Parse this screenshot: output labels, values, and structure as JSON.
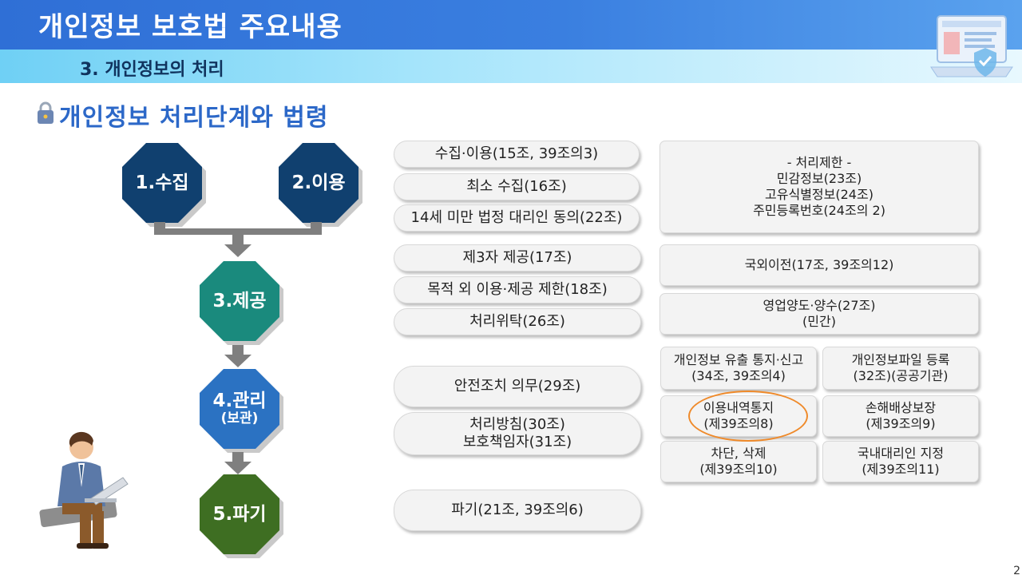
{
  "header": {
    "title": "개인정보 보호법 주요내용",
    "subtitle": "3. 개인정보의 처리"
  },
  "section": {
    "heading": "개인정보 처리단계와 법령"
  },
  "steps": {
    "collect": "1.수집",
    "use": "2.이용",
    "provide": "3.제공",
    "manage": "4.관리",
    "manage_sub": "(보관)",
    "destroy": "5.파기"
  },
  "pills": {
    "collect_use": "수집·이용(15조, 39조의3)",
    "min_collect": "최소 수집(16조)",
    "under14": "14세 미만 법정 대리인 동의(22조)",
    "third_party": "제3자 제공(17조)",
    "purpose_limit": "목적 외 이용·제공 제한(18조)",
    "outsourcing": "처리위탁(26조)",
    "safety": "안전조치 의무(29조)",
    "policy_line1": "처리방침(30조)",
    "policy_line2": "보호책임자(31조)",
    "destroy": "파기(21조, 39조의6)"
  },
  "boxes": {
    "restrict_title": "- 처리제한 -",
    "restrict_1": "민감정보(23조)",
    "restrict_2": "고유식별정보(24조)",
    "restrict_3": "주민등록번호(24조의 2)",
    "overseas": "국외이전(17조, 39조의12)",
    "transfer_line1": "영업양도·양수(27조)",
    "transfer_line2": "(민간)",
    "leak_line1": "개인정보 유출 통지·신고",
    "leak_line2": "(34조, 39조의4)",
    "file_reg_line1": "개인정보파일 등록",
    "file_reg_line2": "(32조)(공공기관)",
    "usage_notice_line1": "이용내역통지",
    "usage_notice_line2": "(제39조의8)",
    "damages_line1": "손해배상보장",
    "damages_line2": "(제39조의9)",
    "block_delete_line1": "차단, 삭제",
    "block_delete_line2": "(제39조의10)",
    "domestic_agent_line1": "국내대리인 지정",
    "domestic_agent_line2": "(제39조의11)"
  },
  "page_number": "2",
  "colors": {
    "banner": "#2f6fd6",
    "heading": "#2c68c8",
    "navy": "#10406f",
    "teal": "#1a8a7d",
    "blue": "#2b72c2",
    "green": "#3e6e22",
    "highlight": "#ef8a2a"
  },
  "icons": [
    "lock-icon",
    "security-laptop-illustration",
    "person-laptop-illustration"
  ]
}
